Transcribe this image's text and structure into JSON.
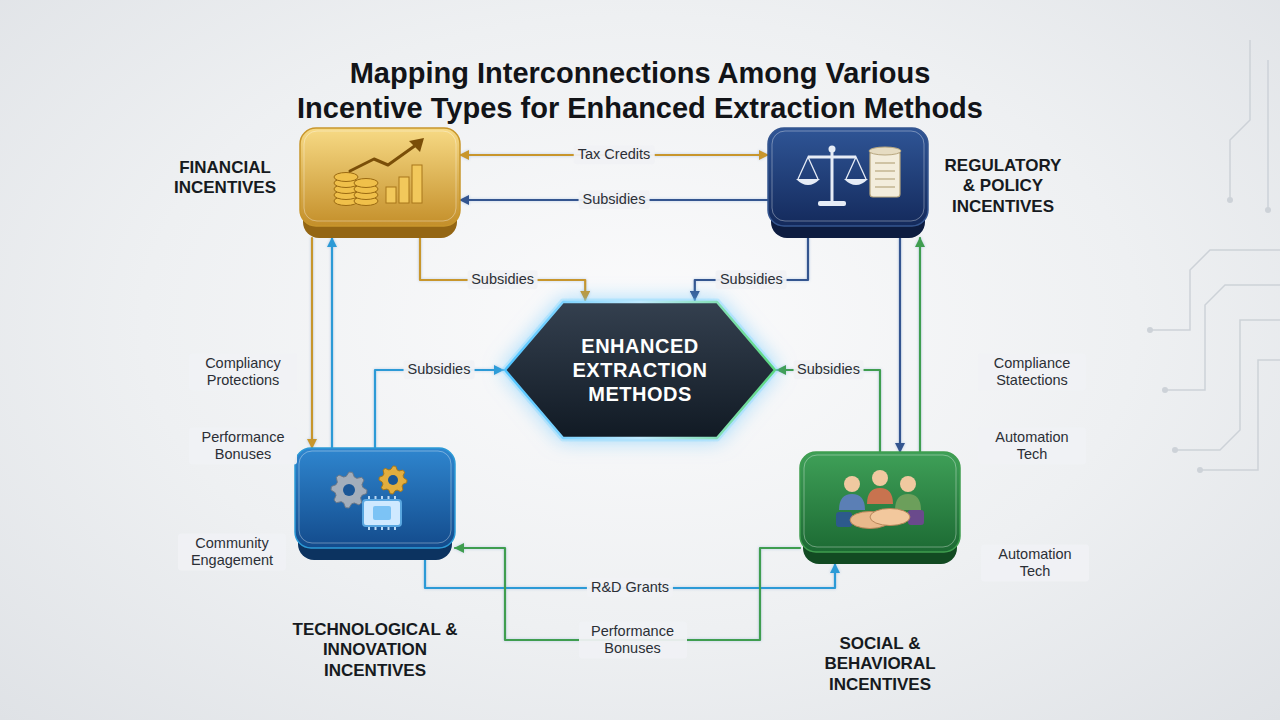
{
  "diagram": {
    "title": "Mapping Interconnections Among Various Incentive Types for Enhanced Extraction Methods",
    "nodes": [
      {
        "text": [
          "FINANCIAL INCENTIVES"
        ]
      },
      {
        "text": [
          "REGULATORY & POLICY INCENTIVES"
        ]
      },
      {
        "text": [
          "ENHANCED EXTRACTION METHODS"
        ]
      },
      {
        "text": [
          "TECHNOLOGICAL & INNOVATION INCENTIVES"
        ]
      },
      {
        "text": [
          "SOCIAL & BEHAVIORAL INCENTIVES"
        ]
      }
    ],
    "edges": [
      {
        "from": 0,
        "to": 1,
        "label": "Tax Credits",
        "arrow": "both"
      },
      {
        "from": 1,
        "to": 0,
        "label": "Subsidies",
        "arrow": "to"
      },
      {
        "from": 0,
        "to": 2,
        "label": "Subsidies",
        "arrow": "to"
      },
      {
        "from": 1,
        "to": 2,
        "label": "Subsidies",
        "arrow": "to"
      },
      {
        "from": 0,
        "to": 3,
        "label": "Compliancy Protections",
        "arrow": "to"
      },
      {
        "from": 3,
        "to": 0,
        "label": "Performance Bonuses",
        "arrow": "to"
      },
      {
        "from": 3,
        "to": 2,
        "label": "Subsidies",
        "arrow": "to"
      },
      {
        "from": 1,
        "to": 4,
        "label": "Compliance Statections",
        "arrow": "to"
      },
      {
        "from": 4,
        "to": 1,
        "label": "Automation Tech",
        "arrow": "to"
      },
      {
        "from": 4,
        "to": 2,
        "label": "Subsidies",
        "arrow": "to"
      },
      {
        "from": 3,
        "to": 4,
        "label": "R&D Grants",
        "arrow": "to"
      },
      {
        "from": 4,
        "to": 3,
        "label": "Performance Bonuses",
        "arrow": "to"
      }
    ],
    "labels": [
      "Community Engagement",
      "Automation Tech"
    ]
  }
}
